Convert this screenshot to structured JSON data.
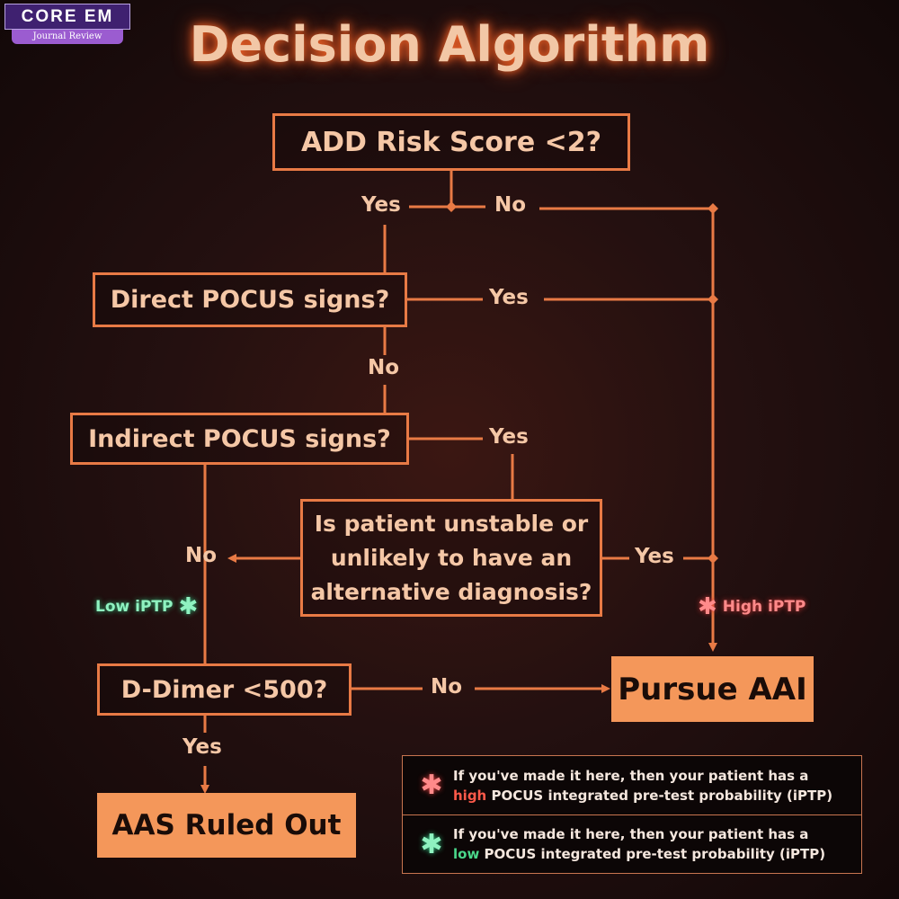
{
  "brand": {
    "name": "CORE EM",
    "subtitle": "Journal Review"
  },
  "title": "Decision Algorithm",
  "nodes": {
    "add_risk": "ADD Risk Score <2?",
    "direct_pocus": "Direct POCUS signs?",
    "indirect_pocus": "Indirect POCUS signs?",
    "unstable": "Is patient unstable or unlikely to have an alternative diagnosis?",
    "ddimer": "D-Dimer <500?",
    "pursue": "Pursue AAI",
    "ruled_out": "AAS Ruled Out"
  },
  "edges": {
    "add_yes": "Yes",
    "add_no": "No",
    "direct_yes": "Yes",
    "direct_no": "No",
    "indirect_yes": "Yes",
    "unstable_no": "No",
    "unstable_yes": "Yes",
    "ddimer_no": "No",
    "ddimer_yes": "Yes"
  },
  "markers": {
    "low": {
      "label": "Low iPTP",
      "icon": "asterisk-low-icon",
      "color": "#4ad88a"
    },
    "high": {
      "label": "High iPTP",
      "icon": "asterisk-high-icon",
      "color": "#ff5a4a"
    }
  },
  "legend": {
    "high": {
      "before": "If you've made it here, then your patient has a",
      "word": "high",
      "after": "POCUS integrated pre-test probability (iPTP)"
    },
    "low": {
      "before": "If you've made it here, then your patient has a",
      "word": "low",
      "after": "POCUS integrated pre-test probability (iPTP)"
    }
  },
  "colors": {
    "line": "#e87a45",
    "box_fill": "#f4975a",
    "text": "#f5c7a6"
  }
}
